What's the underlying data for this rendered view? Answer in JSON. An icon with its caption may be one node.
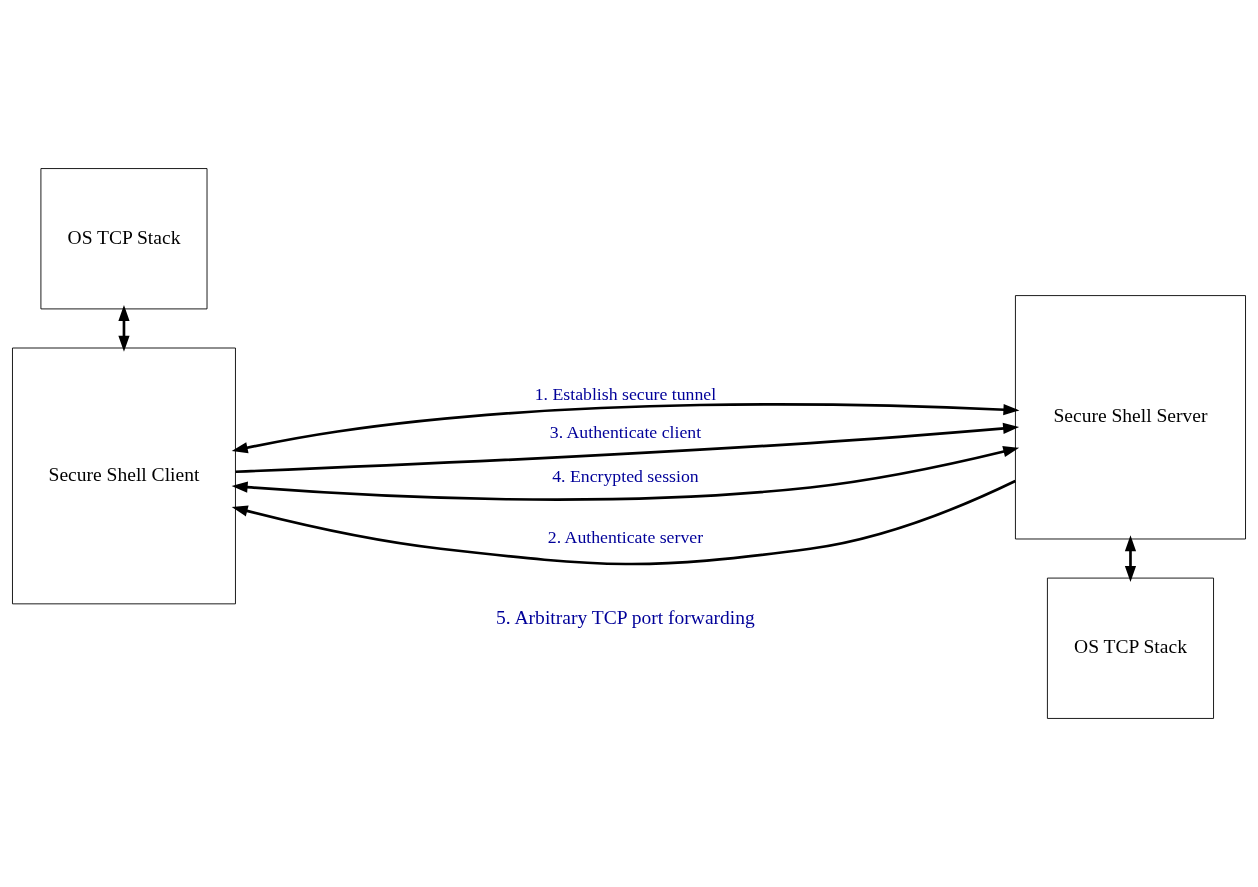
{
  "diagram": {
    "nodes": [
      {
        "text": [
          "Secure Shell Client"
        ]
      },
      {
        "text": [
          "OS TCP Stack"
        ]
      },
      {
        "text": [
          "Secure Shell Server"
        ]
      },
      {
        "text": [
          "OS TCP Stack"
        ]
      }
    ],
    "edges": [
      {
        "from": 0,
        "to": 2,
        "arrow": "both",
        "label": "1. Establish secure tunnel"
      },
      {
        "from": 2,
        "to": 0,
        "arrow": "to",
        "label": "2. Authenticate server"
      },
      {
        "from": 0,
        "to": 2,
        "arrow": "to",
        "label": "3. Authenticate client"
      },
      {
        "from": 0,
        "to": 2,
        "arrow": "both",
        "label": "4. Encrypted session"
      },
      {
        "from": 1,
        "to": 0,
        "arrow": "both"
      },
      {
        "from": 2,
        "to": 3,
        "arrow": "both"
      }
    ],
    "labels": [
      "5. Arbitrary TCP port forwarding"
    ]
  }
}
